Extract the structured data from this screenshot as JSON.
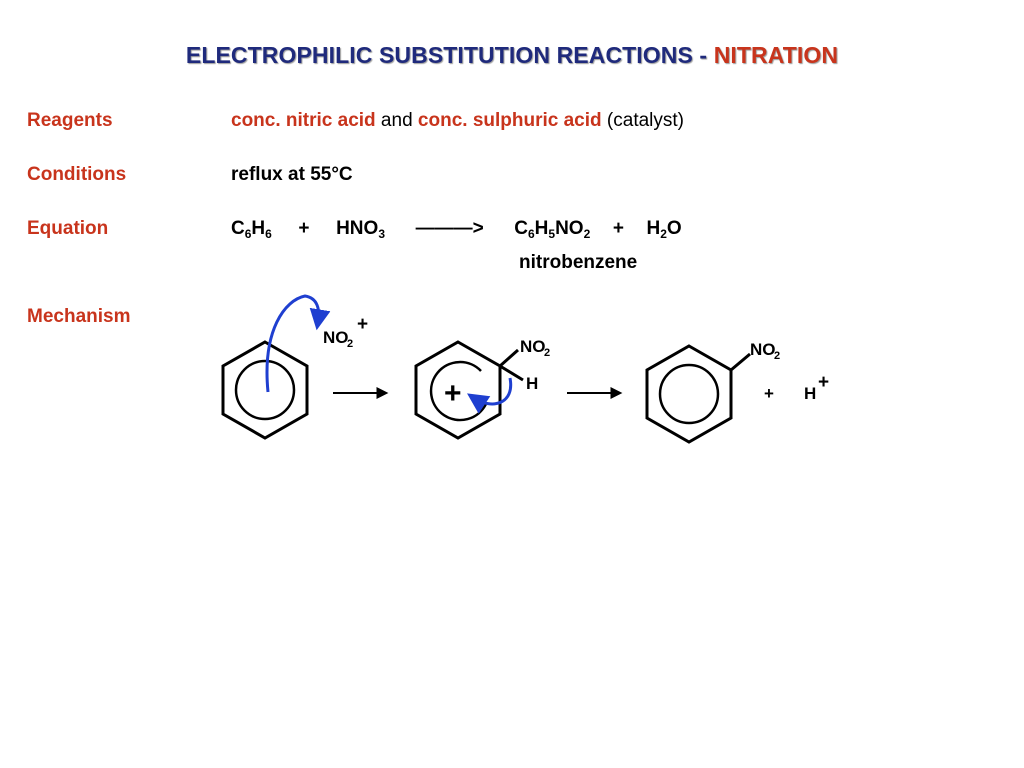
{
  "title": {
    "main": "ELECTROPHILIC SUBSTITUTION REACTIONS - ",
    "accent": "NITRATION"
  },
  "rows": {
    "reagents": {
      "label": "Reagents",
      "part1": "conc. nitric acid",
      "part2": " and ",
      "part3": "conc. sulphuric acid",
      "part4": " (catalyst)"
    },
    "conditions": {
      "label": "Conditions",
      "value": "reflux at 55°C"
    },
    "equation": {
      "label": "Equation",
      "c": "C",
      "six1": "6",
      "h": "H",
      "six2": "6",
      "plus": "+",
      "hno": "HNO",
      "three": "3",
      "arrow": "———>",
      "c2": "C",
      "six3": "6",
      "h2": "H",
      "five": "5",
      "no": "NO",
      "two": "2",
      "plus2": "+",
      "h2o_h": "H",
      "h2o_sub": "2",
      "h2o_o": "O",
      "product_name": "nitrobenzene"
    },
    "mechanism": {
      "label": "Mechanism"
    }
  },
  "mechanism": {
    "electrophile": {
      "text": "NO",
      "sub": "2",
      "charge": "+"
    },
    "intermediate": {
      "group": "NO",
      "sub": "2",
      "h": "H",
      "charge": "+"
    },
    "product": {
      "group": "NO",
      "sub": "2"
    },
    "byproduct": {
      "plus": "+",
      "h": "H",
      "charge": "+"
    },
    "colors": {
      "curly_arrow": "#1f3fd0",
      "structure": "#000000"
    }
  }
}
